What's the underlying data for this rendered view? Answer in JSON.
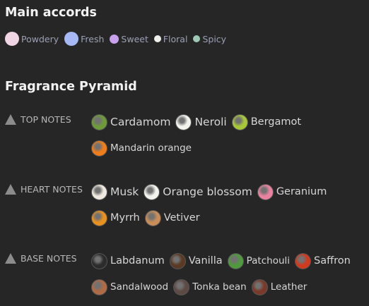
{
  "accords": {
    "title": "Main accords",
    "items": [
      {
        "label": "Powdery",
        "color": "#f0d6e4"
      },
      {
        "label": "Fresh",
        "color": "#a6b8f5"
      },
      {
        "label": "Sweet",
        "color": "#c9a0ec"
      },
      {
        "label": "Floral",
        "color": "#eef0ec"
      },
      {
        "label": "Spicy",
        "color": "#9fc9b7"
      }
    ]
  },
  "pyramid": {
    "title": "Fragrance Pyramid",
    "tiers": [
      {
        "label": "TOP NOTES",
        "rows": [
          [
            {
              "name": "Cardamom",
              "icon": "cardamom-icon",
              "color": "#6e9a3a"
            },
            {
              "name": "Neroli",
              "icon": "neroli-icon",
              "color": "#f4f4ee"
            },
            {
              "name": "Bergamot",
              "icon": "bergamot-icon",
              "color": "#a8c83a"
            }
          ],
          [
            {
              "name": "Mandarin orange",
              "icon": "mandarin-orange-icon",
              "color": "#f07d1a"
            }
          ]
        ]
      },
      {
        "label": "HEART NOTES",
        "rows": [
          [
            {
              "name": "Musk",
              "icon": "musk-icon",
              "color": "#efe9df"
            },
            {
              "name": "Orange blossom",
              "icon": "orange-blossom-icon",
              "color": "#f3f3ee"
            },
            {
              "name": "Geranium",
              "icon": "geranium-icon",
              "color": "#e8829e"
            }
          ],
          [
            {
              "name": "Myrrh",
              "icon": "myrrh-icon",
              "color": "#e8921e"
            },
            {
              "name": "Vetiver",
              "icon": "vetiver-icon",
              "color": "#c98d58"
            }
          ]
        ]
      },
      {
        "label": "BASE NOTES",
        "rows": [
          [
            {
              "name": "Labdanum",
              "icon": "labdanum-icon",
              "color": "#2c2c2c"
            },
            {
              "name": "Vanilla",
              "icon": "vanilla-icon",
              "color": "#5a3a24"
            },
            {
              "name": "Patchouli",
              "icon": "patchouli-icon",
              "color": "#4f9a3c"
            },
            {
              "name": "Saffron",
              "icon": "saffron-icon",
              "color": "#d03a1e"
            }
          ],
          [
            {
              "name": "Sandalwood",
              "icon": "sandalwood-icon",
              "color": "#b06a46"
            },
            {
              "name": "Tonka bean",
              "icon": "tonka-bean-icon",
              "color": "#5d4a44"
            },
            {
              "name": "Leather",
              "icon": "leather-icon",
              "color": "#7a3a2a"
            }
          ]
        ]
      }
    ]
  }
}
